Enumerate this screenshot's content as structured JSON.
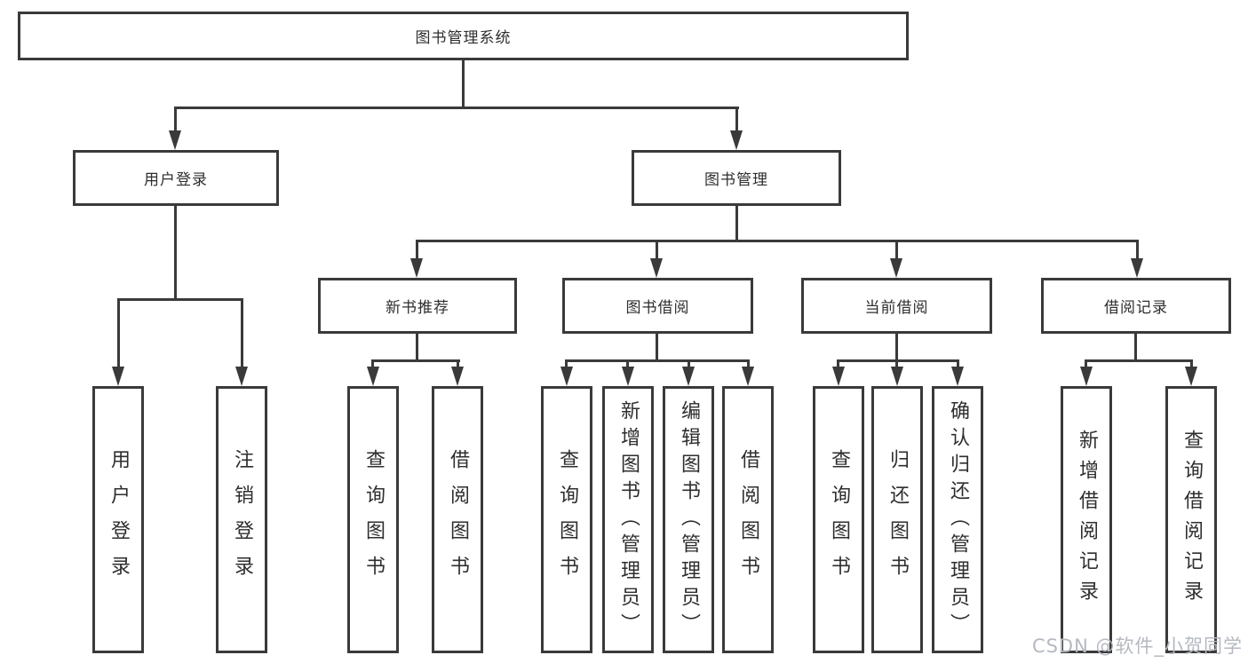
{
  "diagram": {
    "type": "tree",
    "root": {
      "label": "图书管理系统",
      "children": [
        {
          "label": "用户登录",
          "children": [
            {
              "label": "用户登录"
            },
            {
              "label": "注销登录"
            }
          ]
        },
        {
          "label": "图书管理",
          "children": [
            {
              "label": "新书推荐",
              "children": [
                {
                  "label": "查询图书"
                },
                {
                  "label": "借阅图书"
                }
              ]
            },
            {
              "label": "图书借阅",
              "children": [
                {
                  "label": "查询图书"
                },
                {
                  "label": "新增图书（管理员）"
                },
                {
                  "label": "编辑图书（管理员）"
                },
                {
                  "label": "借阅图书"
                }
              ]
            },
            {
              "label": "当前借阅",
              "children": [
                {
                  "label": "查询图书"
                },
                {
                  "label": "归还图书"
                },
                {
                  "label": "确认归还（管理员）"
                }
              ]
            },
            {
              "label": "借阅记录",
              "children": [
                {
                  "label": "新增借阅记录"
                },
                {
                  "label": "查询借阅记录"
                }
              ]
            }
          ]
        }
      ]
    }
  },
  "watermark": {
    "text": "CSDN @软件_小贺同学",
    "color": "#b5b9c0"
  },
  "colors": {
    "line": "#3a3a3a",
    "text": "#2e2e2e",
    "box_background": "#ffffff",
    "page_background": "#ffffff"
  }
}
